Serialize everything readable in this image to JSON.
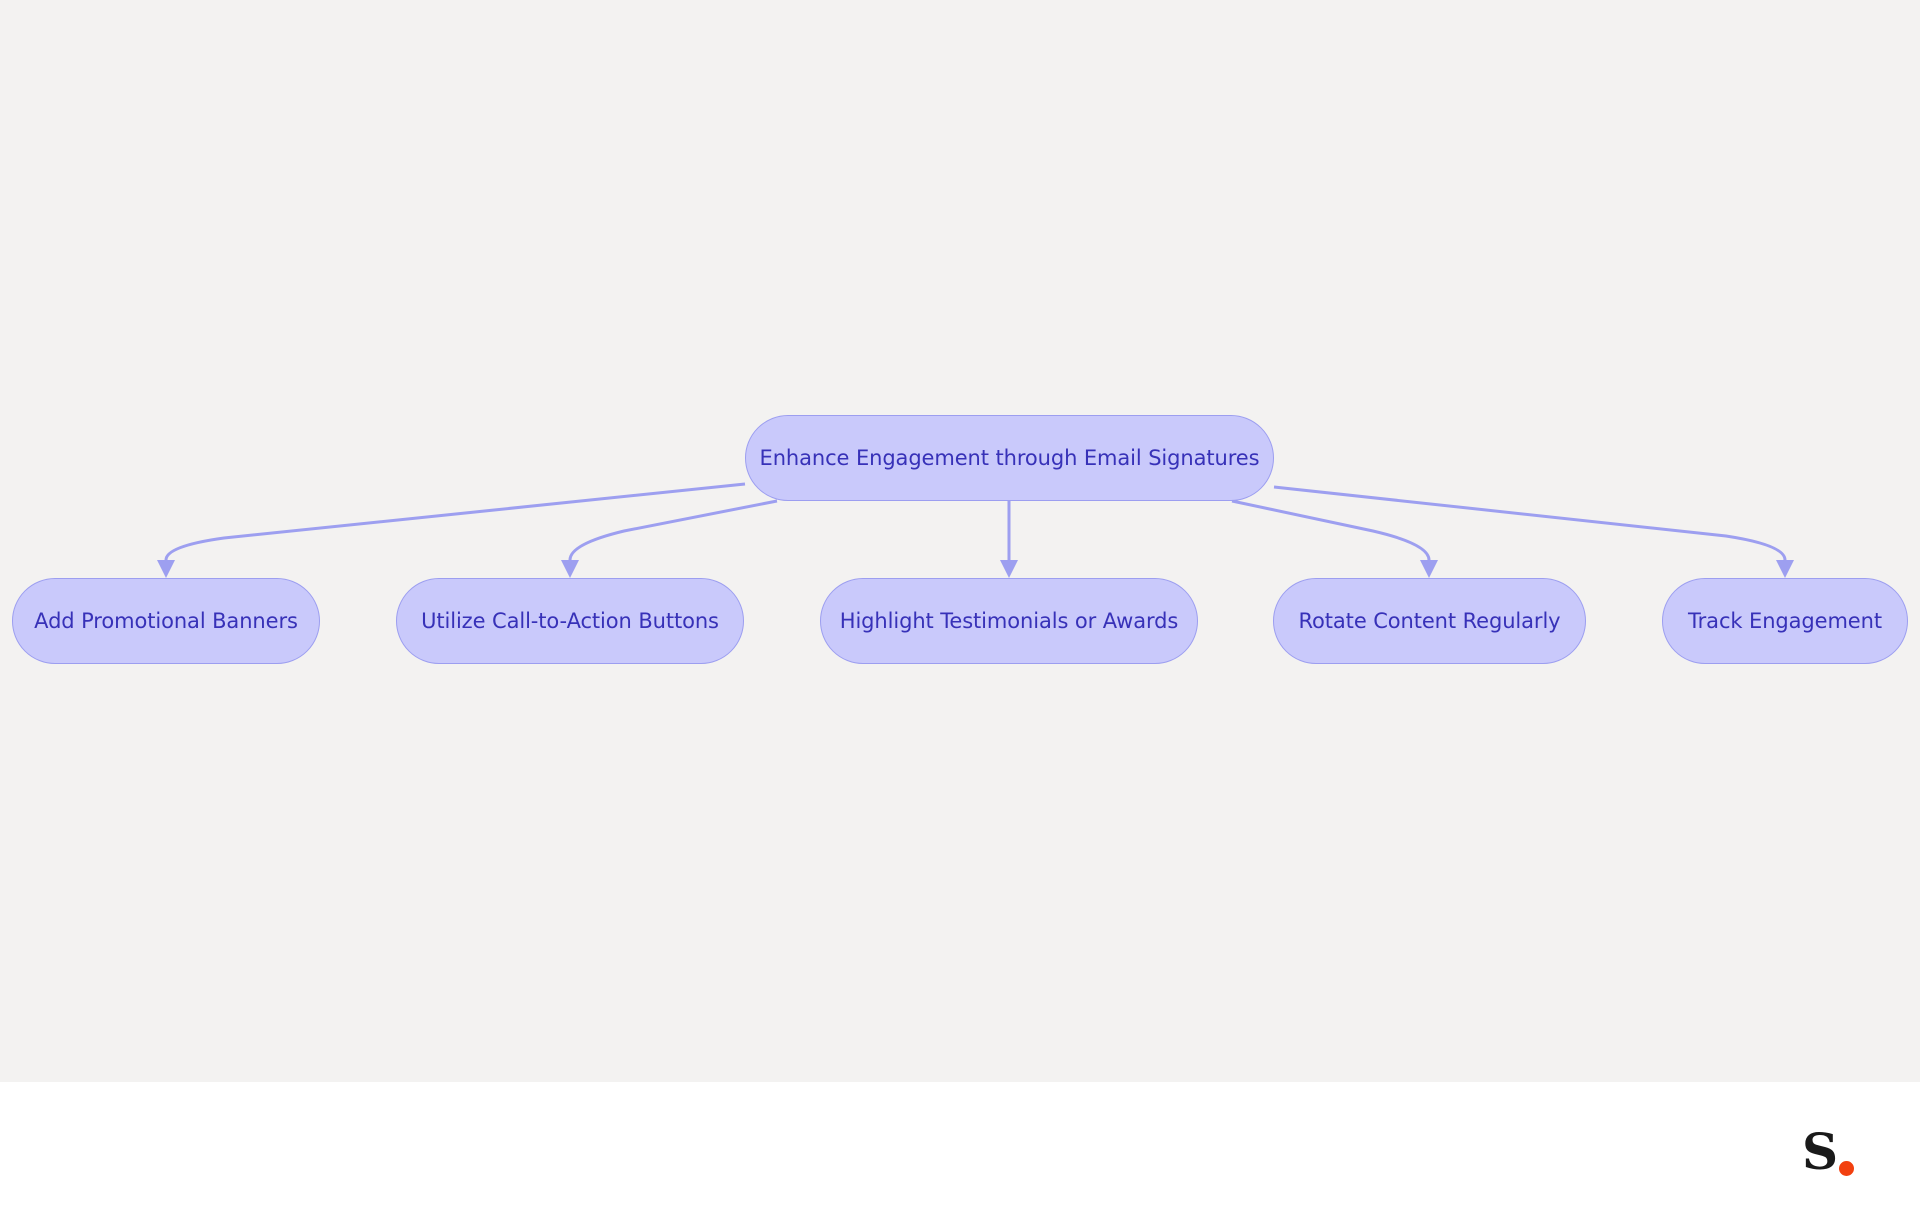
{
  "diagram": {
    "type": "hierarchy",
    "root": {
      "label": "Enhance Engagement through Email Signatures"
    },
    "children": [
      {
        "label": "Add Promotional Banners"
      },
      {
        "label": "Utilize Call-to-Action Buttons"
      },
      {
        "label": "Highlight Testimonials or Awards"
      },
      {
        "label": "Rotate Content Regularly"
      },
      {
        "label": "Track Engagement"
      }
    ],
    "edges": [
      {
        "from": "Enhance Engagement through Email Signatures",
        "to": "Add Promotional Banners"
      },
      {
        "from": "Enhance Engagement through Email Signatures",
        "to": "Utilize Call-to-Action Buttons"
      },
      {
        "from": "Enhance Engagement through Email Signatures",
        "to": "Highlight Testimonials or Awards"
      },
      {
        "from": "Enhance Engagement through Email Signatures",
        "to": "Rotate Content Regularly"
      },
      {
        "from": "Enhance Engagement through Email Signatures",
        "to": "Track Engagement"
      }
    ]
  },
  "colors": {
    "canvas_background": "#f3f2f1",
    "node_fill": "#c9c9fb",
    "node_border": "#9c9ef0",
    "node_text": "#3731b8",
    "edge": "#9d9ff0",
    "logo_dot": "#f2400f"
  },
  "logo": {
    "icon": "brand-logo-icon"
  }
}
